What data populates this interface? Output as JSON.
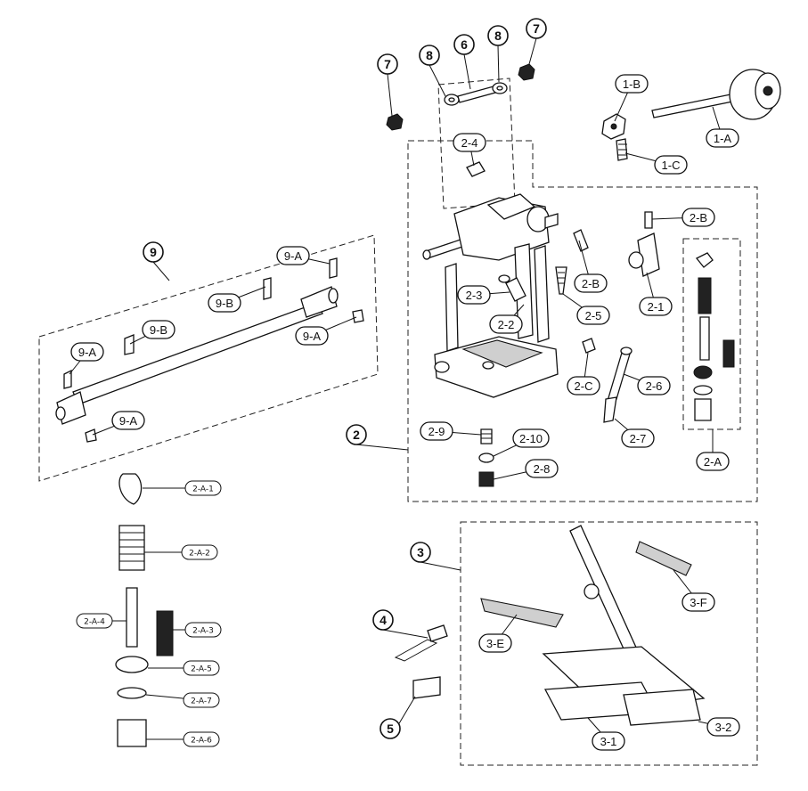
{
  "diagram": {
    "callouts": [
      {
        "id": "c-7a",
        "label": "7"
      },
      {
        "id": "c-8a",
        "label": "8"
      },
      {
        "id": "c-6",
        "label": "6"
      },
      {
        "id": "c-8b",
        "label": "8"
      },
      {
        "id": "c-7b",
        "label": "7"
      },
      {
        "id": "c-9",
        "label": "9"
      },
      {
        "id": "c-2",
        "label": "2"
      },
      {
        "id": "c-3",
        "label": "3"
      },
      {
        "id": "c-4",
        "label": "4"
      },
      {
        "id": "c-5",
        "label": "5"
      }
    ],
    "labels": [
      {
        "id": "l-1b",
        "label": "1-B"
      },
      {
        "id": "l-1a",
        "label": "1-A"
      },
      {
        "id": "l-1c",
        "label": "1-C"
      },
      {
        "id": "l-2-4",
        "label": "2-4"
      },
      {
        "id": "l-2b-top",
        "label": "2-B"
      },
      {
        "id": "l-2b-mid",
        "label": "2-B"
      },
      {
        "id": "l-2-1",
        "label": "2-1"
      },
      {
        "id": "l-2-3",
        "label": "2-3"
      },
      {
        "id": "l-2-2",
        "label": "2-2"
      },
      {
        "id": "l-2-5",
        "label": "2-5"
      },
      {
        "id": "l-2c",
        "label": "2-C"
      },
      {
        "id": "l-2-6",
        "label": "2-6"
      },
      {
        "id": "l-2-7",
        "label": "2-7"
      },
      {
        "id": "l-2-9",
        "label": "2-9"
      },
      {
        "id": "l-2-10",
        "label": "2-10"
      },
      {
        "id": "l-2-8",
        "label": "2-8"
      },
      {
        "id": "l-2a",
        "label": "2-A"
      },
      {
        "id": "l-9a-top",
        "label": "9-A"
      },
      {
        "id": "l-9b-top",
        "label": "9-B"
      },
      {
        "id": "l-9a-right",
        "label": "9-A"
      },
      {
        "id": "l-9b-left",
        "label": "9-B"
      },
      {
        "id": "l-9a-left",
        "label": "9-A"
      },
      {
        "id": "l-9a-bottom",
        "label": "9-A"
      },
      {
        "id": "l-3e",
        "label": "3-E"
      },
      {
        "id": "l-3f",
        "label": "3-F"
      },
      {
        "id": "l-3-1",
        "label": "3-1"
      },
      {
        "id": "l-3-2",
        "label": "3-2"
      }
    ],
    "small_labels": [
      {
        "id": "s-2a1",
        "label": "2-A-1"
      },
      {
        "id": "s-2a2",
        "label": "2-A-2"
      },
      {
        "id": "s-2a4",
        "label": "2-A-4"
      },
      {
        "id": "s-2a3",
        "label": "2-A-3"
      },
      {
        "id": "s-2a5",
        "label": "2-A-5"
      },
      {
        "id": "s-2a7",
        "label": "2-A-7"
      },
      {
        "id": "s-2a6",
        "label": "2-A-6"
      }
    ]
  }
}
